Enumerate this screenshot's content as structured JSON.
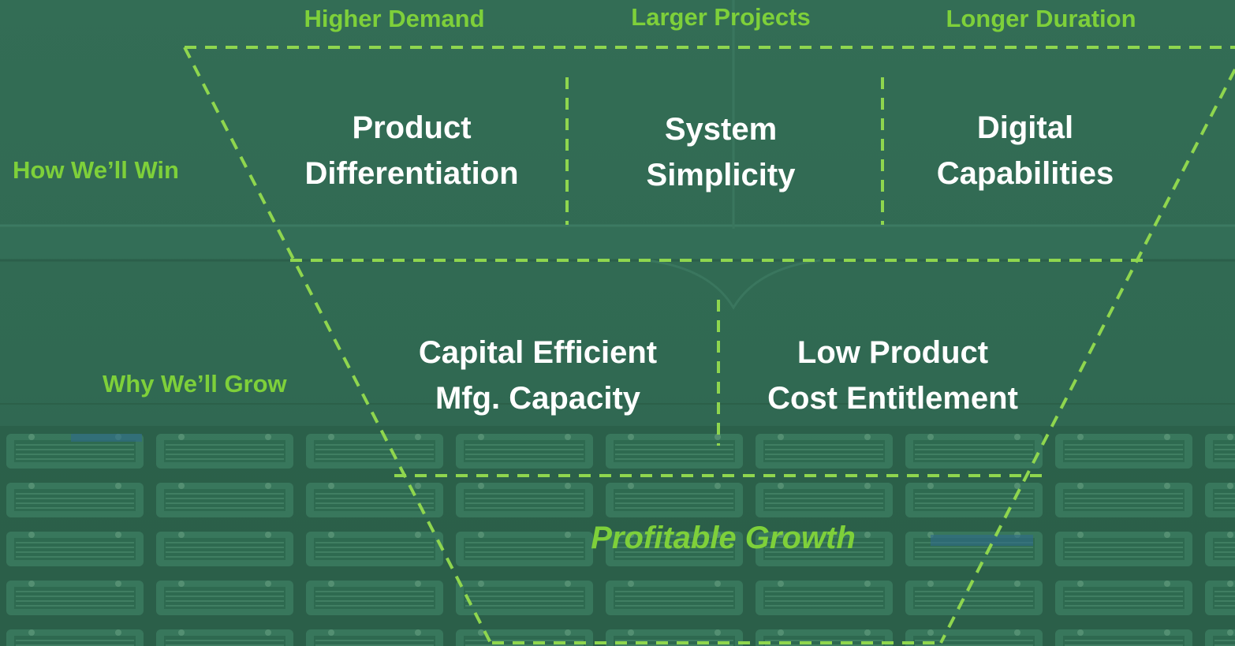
{
  "drivers": {
    "higher_demand": "Higher Demand",
    "larger_projects": "Larger Projects",
    "longer_duration": "Longer Duration"
  },
  "side_labels": {
    "how_we_win": "How We’ll Win",
    "why_we_grow": "Why We’ll Grow"
  },
  "how_we_win_tier": [
    {
      "line1": "Product",
      "line2": "Differentiation"
    },
    {
      "line1": "System",
      "line2": "Simplicity"
    },
    {
      "line1": "Digital",
      "line2": "Capabilities"
    }
  ],
  "why_we_grow_tier": [
    {
      "line1": "Capital Efficient",
      "line2": "Mfg. Capacity"
    },
    {
      "line1": "Low Product",
      "line2": "Cost Entitlement"
    }
  ],
  "outcome": "Profitable Growth",
  "colors": {
    "background": "#2f6a52",
    "accent_green": "#7ed03a",
    "dashed_line": "#8fd64e",
    "body_text": "#ffffff"
  }
}
